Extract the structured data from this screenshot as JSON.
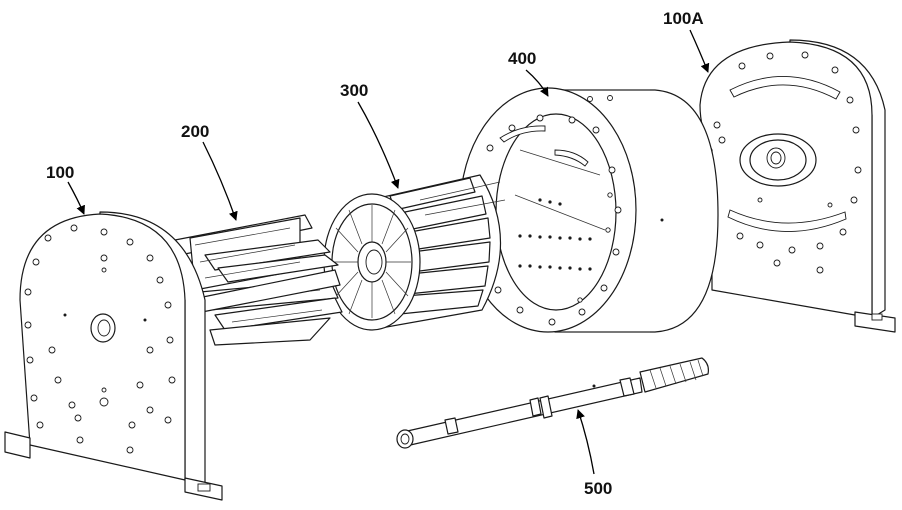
{
  "figure": {
    "labels": {
      "end_plate_left": "100",
      "end_plate_right": "100A",
      "blades": "200",
      "rotor": "300",
      "housing": "400",
      "shaft": "500"
    }
  }
}
